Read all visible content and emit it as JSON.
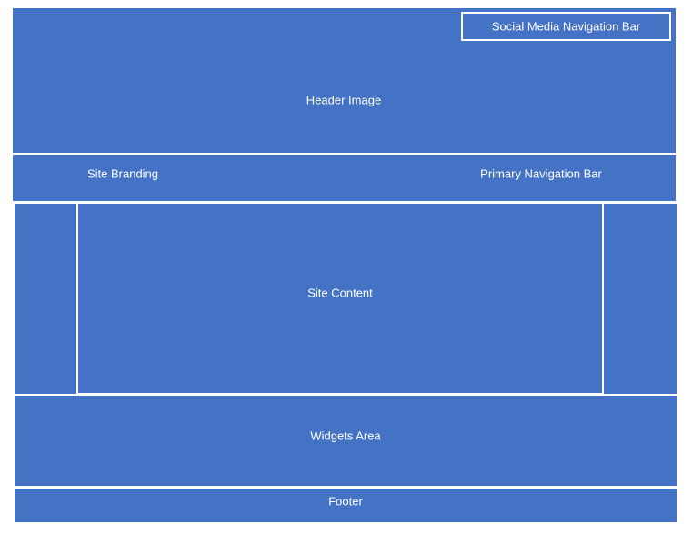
{
  "diagram": {
    "header_image": "Header Image",
    "social_media_nav": "Social Media Navigation Bar",
    "site_branding": "Site Branding",
    "primary_nav": "Primary Navigation Bar",
    "site_content": "Site Content",
    "widgets_area": "Widgets Area",
    "footer": "Footer"
  },
  "colors": {
    "fill": "#4472c4",
    "line": "#ffffff"
  }
}
